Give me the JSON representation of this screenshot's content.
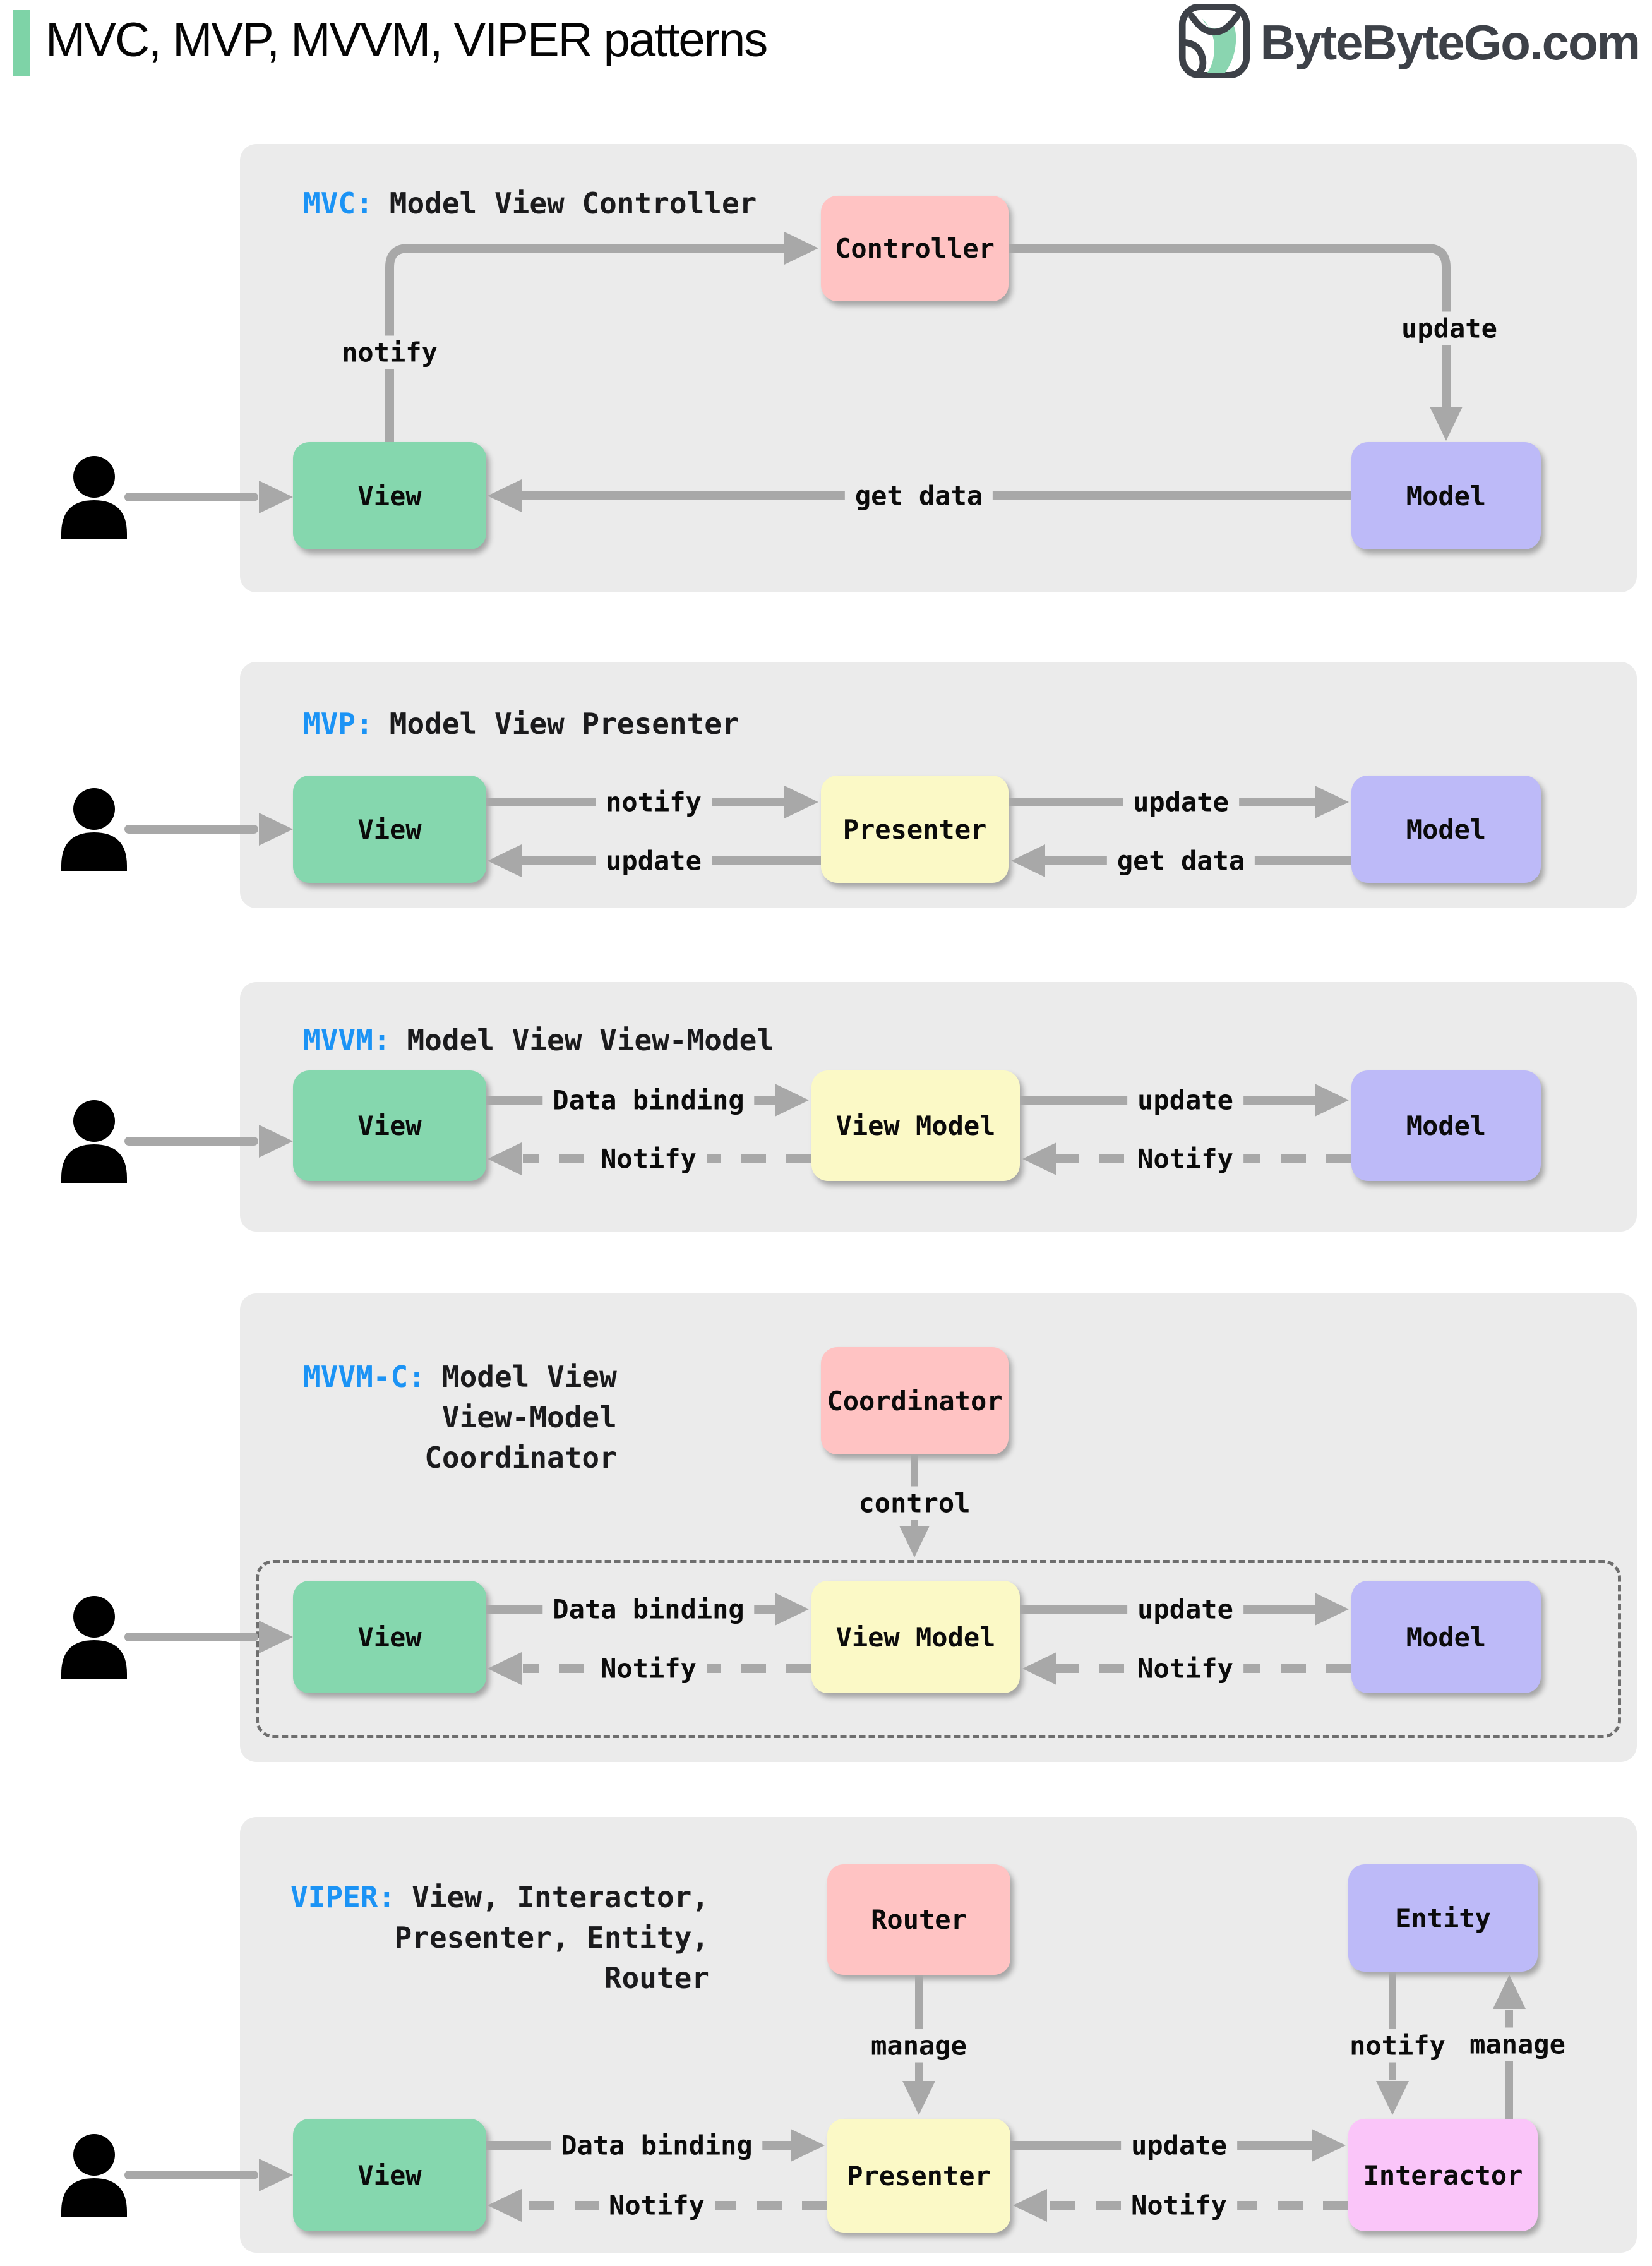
{
  "header": {
    "title": "MVC, MVP, MVVM, VIPER patterns",
    "logo_text": "ByteByteGo.com"
  },
  "colors": {
    "accent_green": "#7ed3a7",
    "tag_blue": "#1b93f5",
    "box_green": "#85d7ae",
    "box_pink": "#ffc3c3",
    "box_purple": "#bdbaf8",
    "box_yellow": "#fbf9c6",
    "box_magenta": "#fac5f9",
    "panel_bg": "#ebebeb",
    "arrow_gray": "#a8a8a8"
  },
  "panels": {
    "mvc": {
      "tag": "MVC:",
      "subtitle": "Model View Controller",
      "boxes": {
        "controller": "Controller",
        "view": "View",
        "model": "Model"
      },
      "arrows": {
        "notify": "notify",
        "update": "update",
        "get_data": "get data"
      }
    },
    "mvp": {
      "tag": "MVP:",
      "subtitle": "Model View Presenter",
      "boxes": {
        "view": "View",
        "presenter": "Presenter",
        "model": "Model"
      },
      "arrows": {
        "notify": "notify",
        "update_view": "update",
        "update_model": "update",
        "get_data": "get data"
      }
    },
    "mvvm": {
      "tag": "MVVM:",
      "subtitle": "Model View View-Model",
      "boxes": {
        "view": "View",
        "view_model": "View Model",
        "model": "Model"
      },
      "arrows": {
        "data_binding": "Data binding",
        "notify_view": "Notify",
        "update": "update",
        "notify_view_model": "Notify"
      }
    },
    "mvvmc": {
      "tag": "MVVM-C:",
      "subtitle_line1": "Model View",
      "subtitle_line2": "View-Model",
      "subtitle_line3": "Coordinator",
      "boxes": {
        "coordinator": "Coordinator",
        "view": "View",
        "view_model": "View Model",
        "model": "Model"
      },
      "arrows": {
        "control": "control",
        "data_binding": "Data binding",
        "notify_view": "Notify",
        "update": "update",
        "notify_view_model": "Notify"
      }
    },
    "viper": {
      "tag": "VIPER:",
      "subtitle_line1": "View, Interactor,",
      "subtitle_line2": "Presenter, Entity,",
      "subtitle_line3": "Router",
      "boxes": {
        "router": "Router",
        "entity": "Entity",
        "view": "View",
        "presenter": "Presenter",
        "interactor": "Interactor"
      },
      "arrows": {
        "manage_router": "manage",
        "notify_entity": "notify",
        "manage_entity": "manage",
        "data_binding": "Data binding",
        "notify_view": "Notify",
        "update": "update",
        "notify_presenter": "Notify"
      }
    }
  }
}
